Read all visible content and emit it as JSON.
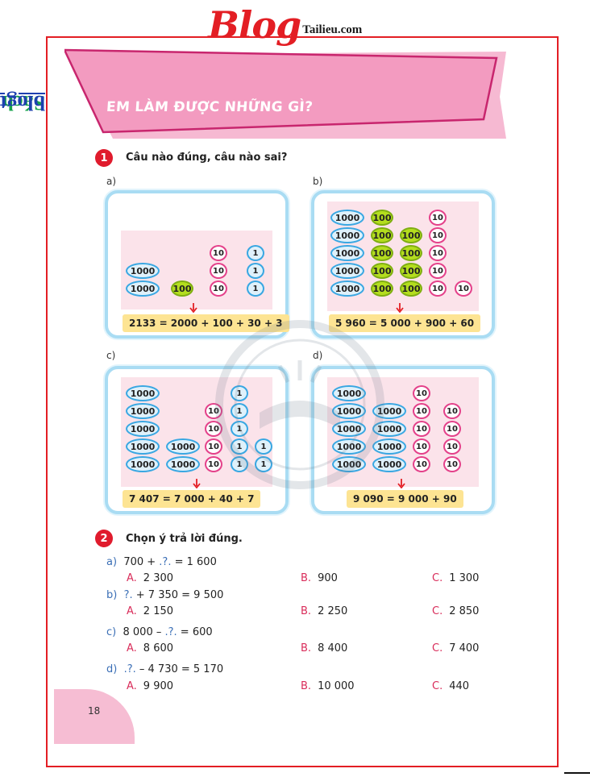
{
  "header": {
    "logo_blog": "Blog",
    "logo_site": "Tailieu.com"
  },
  "sidebar": {
    "text_green": "Sách chia sẽ tại ",
    "text_link": "blogtailieu.com/day-va-hoc"
  },
  "banner": {
    "title": "EM LÀM ĐƯỢC NHỮNG GÌ?"
  },
  "question1": {
    "number": "1",
    "text": "Câu nào đúng, câu nào sai?",
    "panels": [
      {
        "label": "a)",
        "equation": "2133 = 2000 + 100 + 30 + 3"
      },
      {
        "label": "b)",
        "equation": "5 960 = 5 000 + 900 + 60"
      },
      {
        "label": "c)",
        "equation": "7 407 = 7 000 + 40 + 7"
      },
      {
        "label": "d)",
        "equation": "9 090 = 9 000 + 90"
      }
    ],
    "chip_labels": {
      "thousand": "1000",
      "hundred": "100",
      "ten": "10",
      "one": "1"
    }
  },
  "question2": {
    "number": "2",
    "text": "Chọn ý trả lời đúng.",
    "items": [
      {
        "letter": "a)",
        "pre": "700 + ",
        "blank": ".?.",
        "post": " = 1 600",
        "A": "2 300",
        "B": "900",
        "C": "1 300"
      },
      {
        "letter": "b)",
        "pre": "",
        "blank": "?.",
        "post": " + 7 350 = 9 500",
        "A": "2 150",
        "B": "2 250",
        "C": "2 850"
      },
      {
        "letter": "c)",
        "pre": "8 000 – ",
        "blank": ".?.",
        "post": " = 600",
        "A": "8 600",
        "B": "8 400",
        "C": "7 400"
      },
      {
        "letter": "d)",
        "pre": "",
        "blank": ".?.",
        "post": " – 4 730 = 5 170",
        "A": "9 900",
        "B": "10 000",
        "C": "440"
      }
    ],
    "option_letters": {
      "A": "A.",
      "B": "B.",
      "C": "C."
    }
  },
  "footer": {
    "page_number": "18"
  },
  "colors": {
    "frame": "#e31e24",
    "banner": "#f39bc0",
    "panel_border": "#a9dcf3",
    "chip_blue": "#39a7e2",
    "chip_green": "#b4dd1e",
    "chip_pink": "#e4418a",
    "equation_bg": "#fde493"
  }
}
